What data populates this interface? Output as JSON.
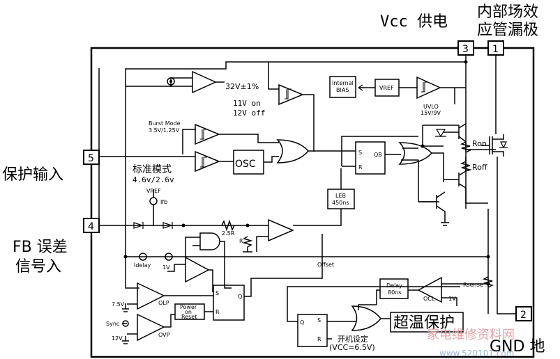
{
  "pins": {
    "pin1": "1",
    "pin2": "2",
    "pin3": "3",
    "pin4": "4",
    "pin5": "5"
  },
  "external_labels": {
    "vcc_supply": "Vcc 供电",
    "internal_fet_line1": "内部场效",
    "internal_fet_line2": "应管漏极",
    "protect_input": "保护输入",
    "fb_line1": "FB 误差",
    "fb_line2": "信号入",
    "gnd": "GND 地"
  },
  "blocks": {
    "internal_bias_line1": "Internal",
    "internal_bias_line2": "BIAS",
    "vref": "VREF",
    "uvlo_line1": "UVLO",
    "uvlo_line2": "15V/9V",
    "ovp32": "32V±1%",
    "hyst_line1": "11V on",
    "hyst_line2": "12V off",
    "burst_line1": "Burst Mode",
    "burst_line2": "3.5V/1.25V",
    "osc": "OSC",
    "std_mode_line1": "标准模式",
    "std_mode_line2": "4.6v/2.6v",
    "leb_line1": "LEB",
    "leb_line2": "450ns",
    "ron": "Ron",
    "roff": "Roff",
    "vref_small": "VREF",
    "ifb": "Ifb",
    "r25": "2.5R",
    "r": "R",
    "idelay": "Idelay",
    "v1": "1V",
    "offset": "Offset",
    "delay_line1": "Delay",
    "delay_line2": "80ns",
    "ocl": "OCL",
    "v1b": "1V",
    "rsense": "Rsense",
    "olp": "OLP",
    "v75": "7.5V",
    "por_line1": "Power",
    "por_line2": "on",
    "por_line3": "Reset",
    "sync": "Sync",
    "ovp": "OVP",
    "v12": "12V",
    "overtemp": "超温保护",
    "startup_line1": "开机设定",
    "startup_line2": "(VCC=6.5V)",
    "ff_s": "S",
    "ff_r": "R",
    "ff_q": "Q",
    "ff_qb": "QB"
  },
  "watermark": {
    "line1": "家电维修资料网",
    "line2": "www.520101.com"
  }
}
